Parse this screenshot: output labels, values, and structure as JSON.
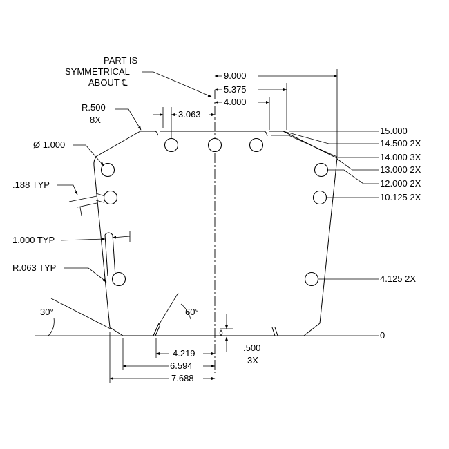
{
  "note": {
    "line1": "PART IS",
    "line2": "SYMMETRICAL",
    "line3": "ABOUT ℄"
  },
  "top_dims": {
    "d9000": "9.000",
    "d5375": "5.375",
    "d4000": "4.000",
    "d3063": "3.063"
  },
  "left_labels": {
    "radius_500": "R.500",
    "radius_500_qty": "8X",
    "hole_dia": "Ø 1.000",
    "typ_188": ".188 TYP",
    "typ_1000": "1.000 TYP",
    "radius_063": "R.063 TYP",
    "angle_30": "30°",
    "angle_60": "60°"
  },
  "right_dims": {
    "y15000": "15.000",
    "y14500": "14.500 2X",
    "y14000": "14.000 3X",
    "y13000": "13.000 2X",
    "y12000": "12.000 2X",
    "y10125": "10.125 2X",
    "y4125": "4.125 2X",
    "y0": "0"
  },
  "bottom_dims": {
    "d4219": "4.219",
    "d6594": "6.594",
    "d7688": "7.688",
    "d500": ".500",
    "d500_qty": "3X"
  }
}
